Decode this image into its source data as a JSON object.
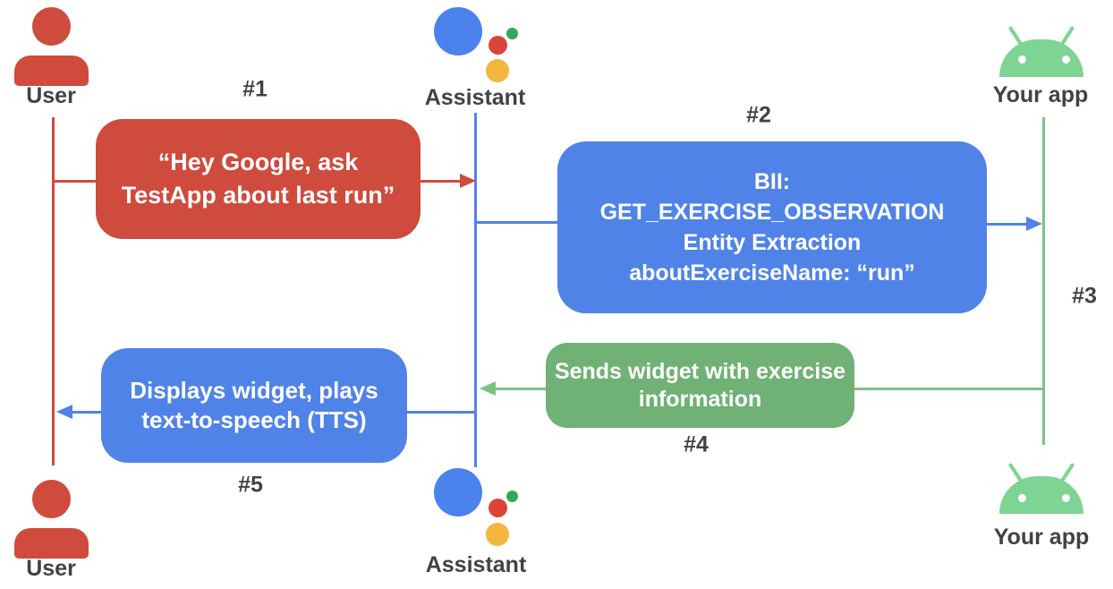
{
  "actors": {
    "user_top": {
      "label": "User"
    },
    "assistant_top": {
      "label": "Assistant"
    },
    "app_top": {
      "label": "Your app"
    },
    "user_bottom": {
      "label": "User"
    },
    "assistant_bottom": {
      "label": "Assistant"
    },
    "app_bottom": {
      "label": "Your app"
    }
  },
  "steps": {
    "s1": "#1",
    "s2": "#2",
    "s3": "#3",
    "s4": "#4",
    "s5": "#5"
  },
  "boxes": {
    "box1": {
      "lines": [
        "“Hey Google, ask",
        "TestApp about last run”"
      ]
    },
    "box2": {
      "lines": [
        "BII:",
        "GET_EXERCISE_OBSERVATION",
        "Entity Extraction",
        "aboutExerciseName: “run”"
      ]
    },
    "box4": {
      "lines": [
        "Sends widget with exercise",
        "information"
      ]
    },
    "box5": {
      "lines": [
        "Displays widget, plays",
        "text-to-speech (TTS)"
      ]
    }
  },
  "colors": {
    "red": "#CE4B3D",
    "blue": "#5083E8",
    "assistant_blue": "#4C82EE",
    "assistant_red": "#DB4437",
    "assistant_green": "#34A853",
    "assistant_yellow": "#F3B73F",
    "green_box": "#70B175",
    "green_line": "#7CC285",
    "android_green": "#7ED492",
    "label_gray": "#3F4347",
    "box_text": "#FFFFFF",
    "background": "#FFFFFF"
  }
}
